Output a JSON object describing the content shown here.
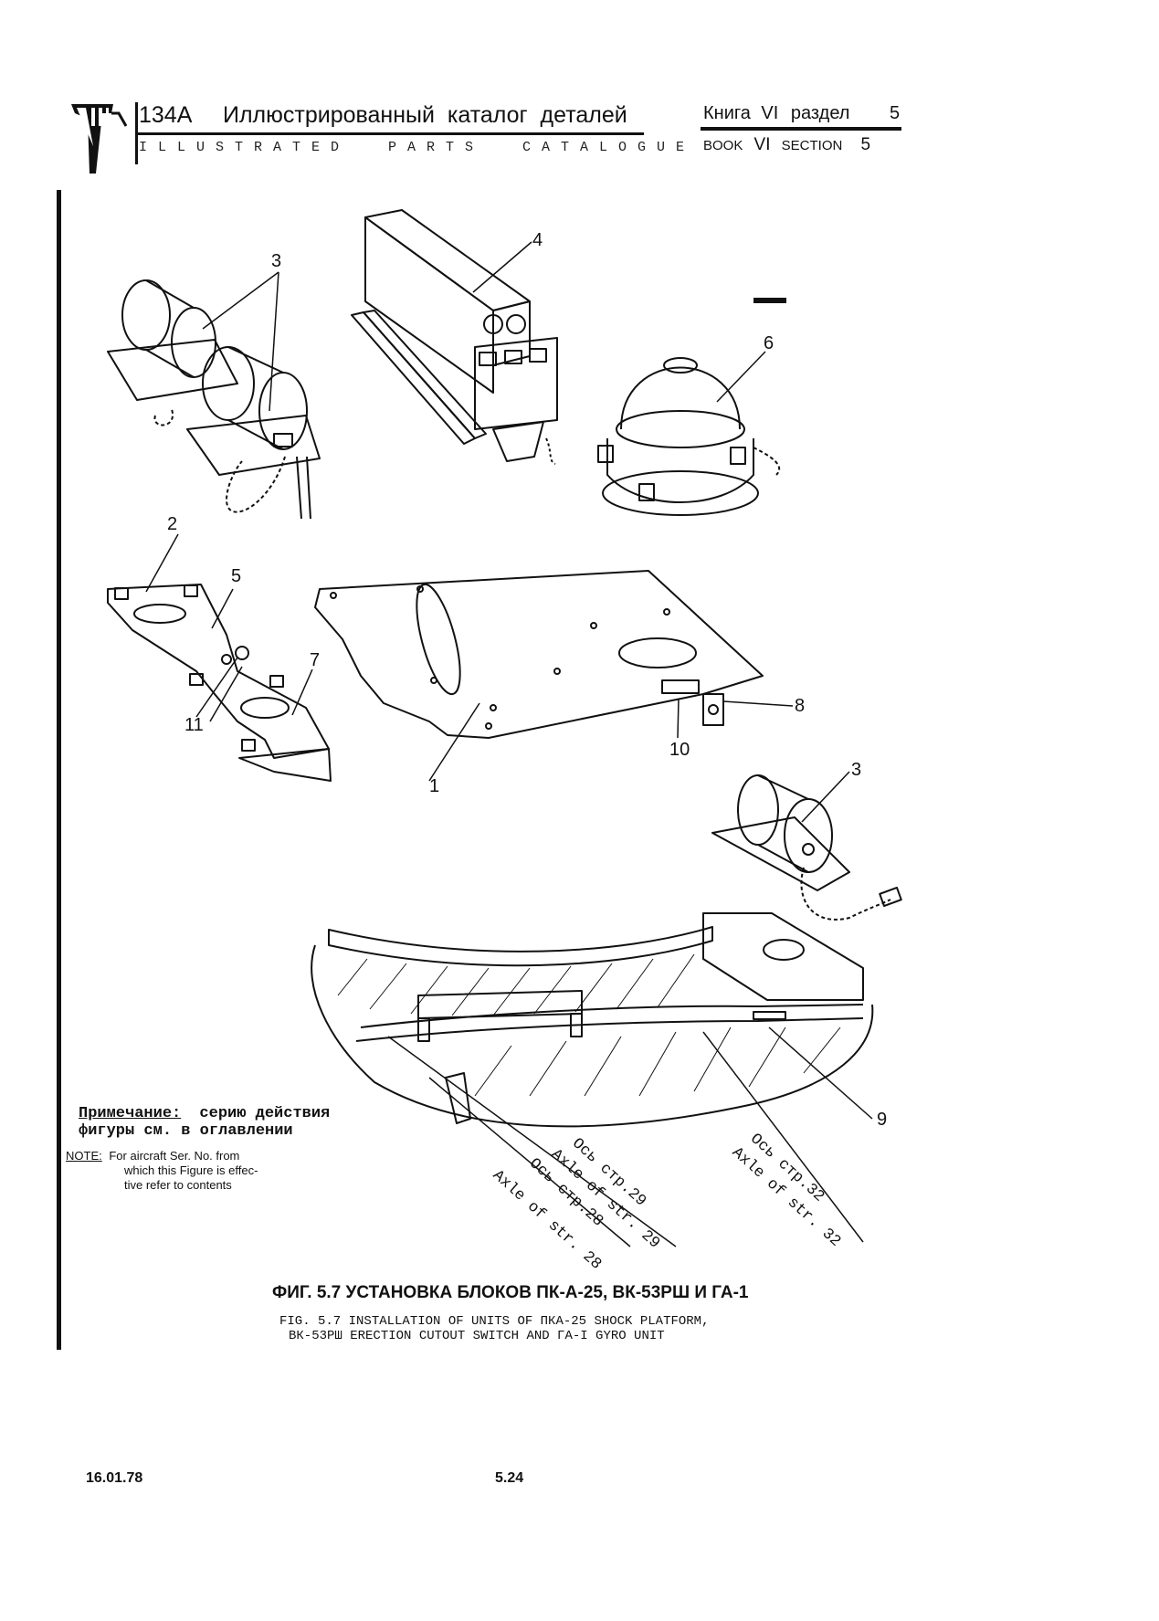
{
  "header": {
    "model": "134A",
    "title_ru": "Иллюстрированный  каталог  деталей",
    "title_en": "ILLUSTRATED  PARTS  CATALOGUE",
    "book_ru_label": "Книга",
    "book_ru_num": "VI",
    "section_ru_label": "раздел",
    "section_ru_num": "5",
    "book_en_label": "BOOK",
    "book_en_num": "VI",
    "section_en_label": "SECTION",
    "section_en_num": "5"
  },
  "figure": {
    "callouts": [
      "3",
      "4",
      "6",
      "2",
      "5",
      "7",
      "11",
      "8",
      "10",
      "1",
      "3",
      "9"
    ],
    "axis_labels": [
      "Ось стр.29",
      "Axle of str. 29",
      "Ось стр.28",
      "Axle of str. 28",
      "Ось стр.32",
      "Axle of str. 32"
    ]
  },
  "note": {
    "ru_label": "Примечание:",
    "ru_text_1": "серию действия",
    "ru_text_2": "фигуры см. в оглавлении",
    "en_label": "NOTE:",
    "en_text_1": "For aircraft Ser. No. from",
    "en_text_2": "which this Figure is effec-",
    "en_text_3": "tive refer to contents"
  },
  "caption": {
    "ru": "ФИГ. 5.7 УСТАНОВКА БЛОКОВ ПК-А-25, ВК-53РШ И ГА-1",
    "en_1": "FIG. 5.7 INSTALLATION OF UNITS OF ПКА-25 SHOCK PLATFORM,",
    "en_2": "ВК-53РШ ERECTION CUTOUT SWITCH AND ГА-I GYRO UNIT"
  },
  "footer": {
    "date": "16.01.78",
    "page": "5.24"
  }
}
